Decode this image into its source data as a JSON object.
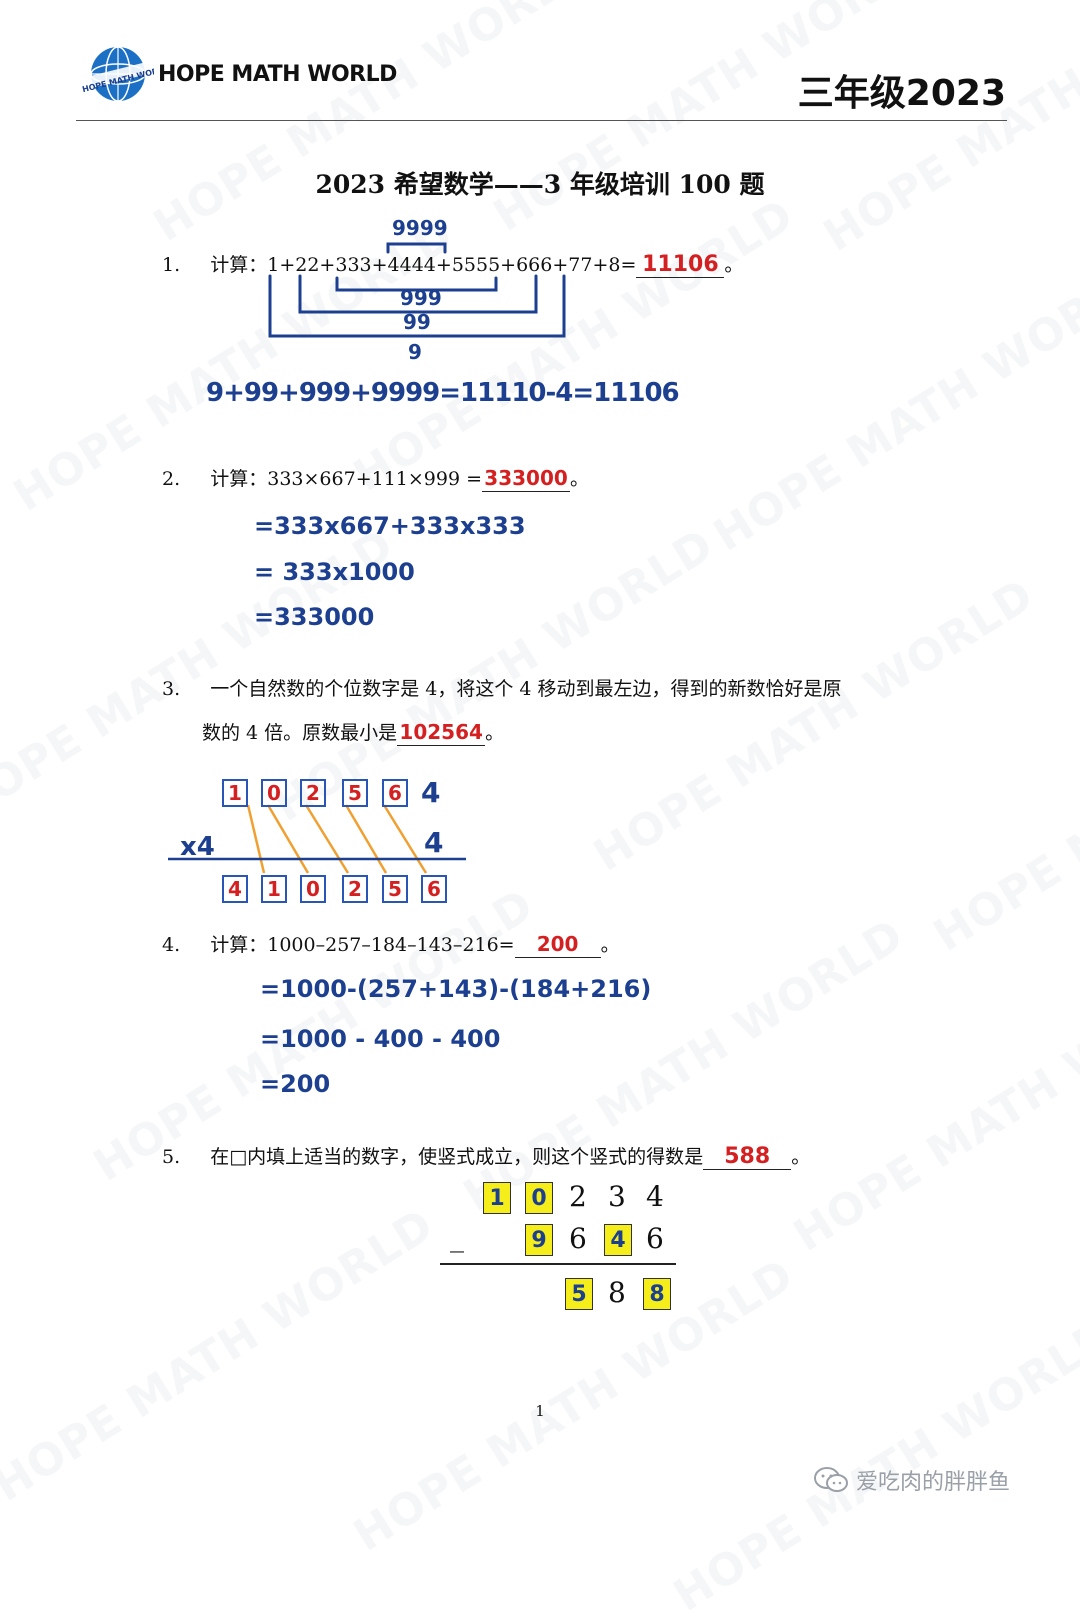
{
  "header": {
    "logo_text": "HOPE MATH WORLD",
    "right_title": "三年级2023"
  },
  "watermark": "HOPE MATH WORLD",
  "title": "2023 希望数学——3 年级培训 100 题",
  "q1": {
    "num": "1.",
    "prefix": "计算：",
    "expr": "1+22+333+4444+5555+666+77+8=",
    "answer": "11106",
    "end": "。",
    "bracket_top": "9999",
    "bracket_1": "999",
    "bracket_2": "99",
    "bracket_3": "9",
    "work": "9+99+999+9999=11110-4=11106"
  },
  "q2": {
    "num": "2.",
    "prefix": "计算：",
    "expr": "333×667+111×999 =",
    "answer": "333000",
    "end": "。",
    "steps": [
      "=333x667+333x333",
      "= 333x1000",
      "=333000"
    ]
  },
  "q3": {
    "num": "3.",
    "line1": "一个自然数的个位数字是 4，将这个 4 移动到最左边，得到的新数恰好是原",
    "line2": "数的 4 倍。原数最小是",
    "answer": "102564",
    "end": "。",
    "top_digits": [
      "1",
      "0",
      "2",
      "5",
      "6"
    ],
    "top_last": "4",
    "multiplier_label": "x4",
    "multiplier_digit": "4",
    "bottom_digits": [
      "4",
      "1",
      "0",
      "2",
      "5",
      "6"
    ]
  },
  "q4": {
    "num": "4.",
    "prefix": "计算：",
    "expr": "1000–257–184–143–216=",
    "answer": "200",
    "end": "。",
    "steps": [
      "=1000-(257+143)-(184+216)",
      "=1000 - 400 - 400",
      "=200"
    ]
  },
  "q5": {
    "num": "5.",
    "text": "在□内填上适当的数字，使竖式成立，则这个竖式的得数是",
    "answer": "588",
    "end": "。",
    "row1": [
      "1",
      "0",
      "2",
      "3",
      "4"
    ],
    "row2_sign": "_",
    "row2": [
      "9",
      "6",
      "4",
      "6"
    ],
    "row3": [
      "5",
      "8",
      "8"
    ]
  },
  "page_number": "1",
  "footer_account": "爱吃肉的胖胖鱼"
}
